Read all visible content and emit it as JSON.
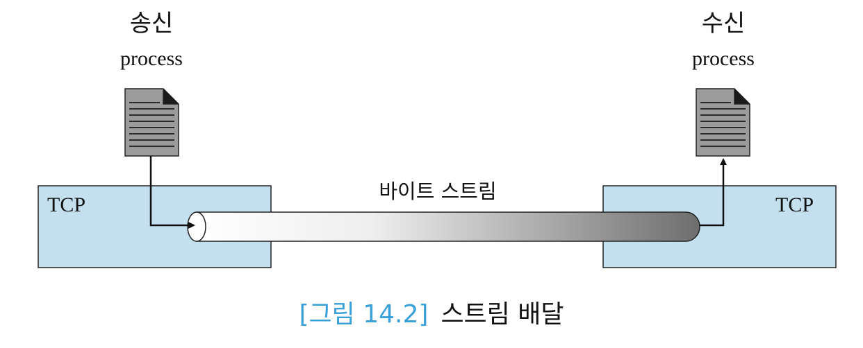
{
  "sender": {
    "title": "송신",
    "word": "process"
  },
  "receiver": {
    "title": "수신",
    "word": "process"
  },
  "tcp_left": "TCP",
  "tcp_right": "TCP",
  "stream_label": "바이트 스트림",
  "caption": {
    "number": "[그림 14.2]",
    "title": "스트림 배달"
  },
  "colors": {
    "tcp_box": "#c4e0ef",
    "caption_number": "#3aa0d8",
    "document": "#9b9b9b"
  }
}
